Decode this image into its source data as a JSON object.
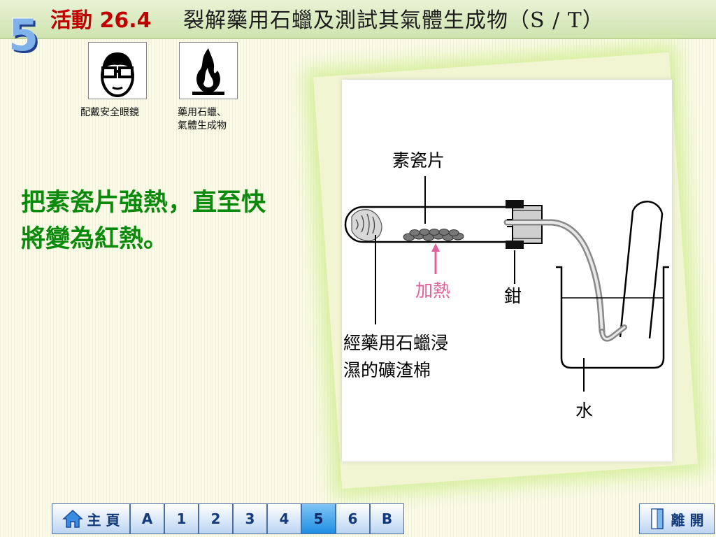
{
  "header": {
    "section_number": "5",
    "activity_label": "活動 26.4",
    "title": "裂解藥用石蠟及測試其氣體生成物（S / T）"
  },
  "safety": [
    {
      "caption_line1": "配戴安全眼鏡",
      "caption_line2": "",
      "icon": "safety-goggles-icon"
    },
    {
      "caption_line1": "藥用石蠟、",
      "caption_line2": "氣體生成物",
      "icon": "flammable-icon"
    }
  ],
  "instruction": {
    "line1": "把素瓷片強熱，直至快",
    "line2": "將變為紅熱。"
  },
  "diagram": {
    "label_porcelain": "素瓷片",
    "label_heat": "加熱",
    "label_clamp": "鉗",
    "label_wool_line1": "經藥用石蠟浸",
    "label_wool_line2": "濕的礦渣棉",
    "label_water": "水"
  },
  "nav": {
    "home_label": "主 頁",
    "buttons": [
      "A",
      "1",
      "2",
      "3",
      "4",
      "5",
      "6",
      "B"
    ],
    "active": "5",
    "exit_label": "離 開"
  },
  "colors": {
    "title_activity": "#c00000",
    "instruction_text": "#0a8a0a",
    "heat_label": "#e0609a"
  }
}
